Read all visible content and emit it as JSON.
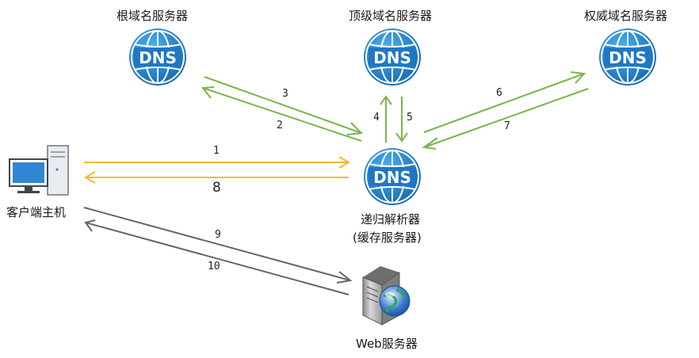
{
  "nodes": {
    "root": "根域名服务器",
    "tld": "顶级域名服务器",
    "auth": "权威域名服务器",
    "client": "客户端主机",
    "resolver_line1": "递归解析器",
    "resolver_line2": "(缓存服务器)",
    "web": "Web服务器",
    "dns_text": "DNS"
  },
  "steps": {
    "s1": "1",
    "s2": "2",
    "s3": "3",
    "s4": "4",
    "s5": "5",
    "s6": "6",
    "s7": "7",
    "s8": "8",
    "s9": "9",
    "s10": "10"
  },
  "colors": {
    "green": "#7ab648",
    "orange": "#f5b731",
    "gray": "#666666",
    "dns_blue": "#1f77c4"
  }
}
